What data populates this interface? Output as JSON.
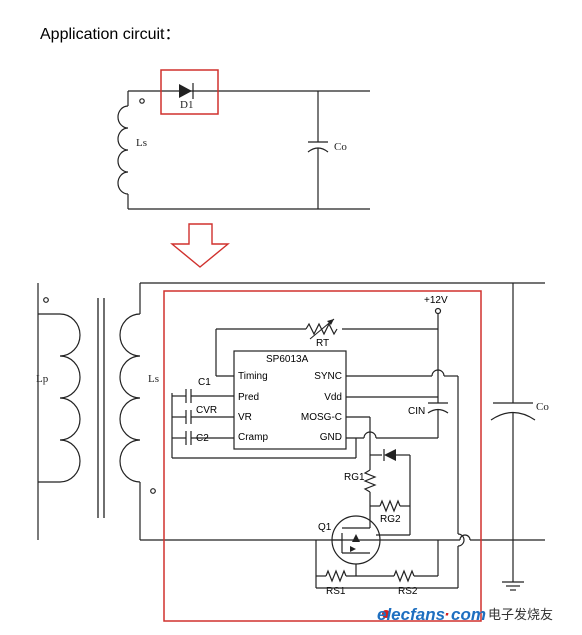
{
  "heading": "Application circuit：",
  "top_circuit": {
    "diode": "D1",
    "inductor": "Ls",
    "capacitor": "Co"
  },
  "bottom_circuit": {
    "primary": "Lp",
    "secondary": "Ls",
    "output_cap": "Co",
    "supply": "+12V",
    "ic_name": "SP6013A",
    "pins_left": [
      "Timing",
      "Pred",
      "VR",
      "Cramp"
    ],
    "pins_right": [
      "SYNC",
      "Vdd",
      "MOSG-C",
      "GND"
    ],
    "rt": "RT",
    "c1": "C1",
    "cvr": "CVR",
    "c2": "C2",
    "cin": "CIN",
    "rg1": "RG1",
    "rg2": "RG2",
    "q1": "Q1",
    "rs1": "RS1",
    "rs2": "RS2"
  },
  "watermark": {
    "brand": "elecfans",
    "dot": "·",
    "tld": "com",
    "cn": "电子发烧友"
  },
  "colors": {
    "highlight": "#d0312d",
    "brand_blue": "#1e6fc0",
    "brand_red": "#d62020"
  }
}
